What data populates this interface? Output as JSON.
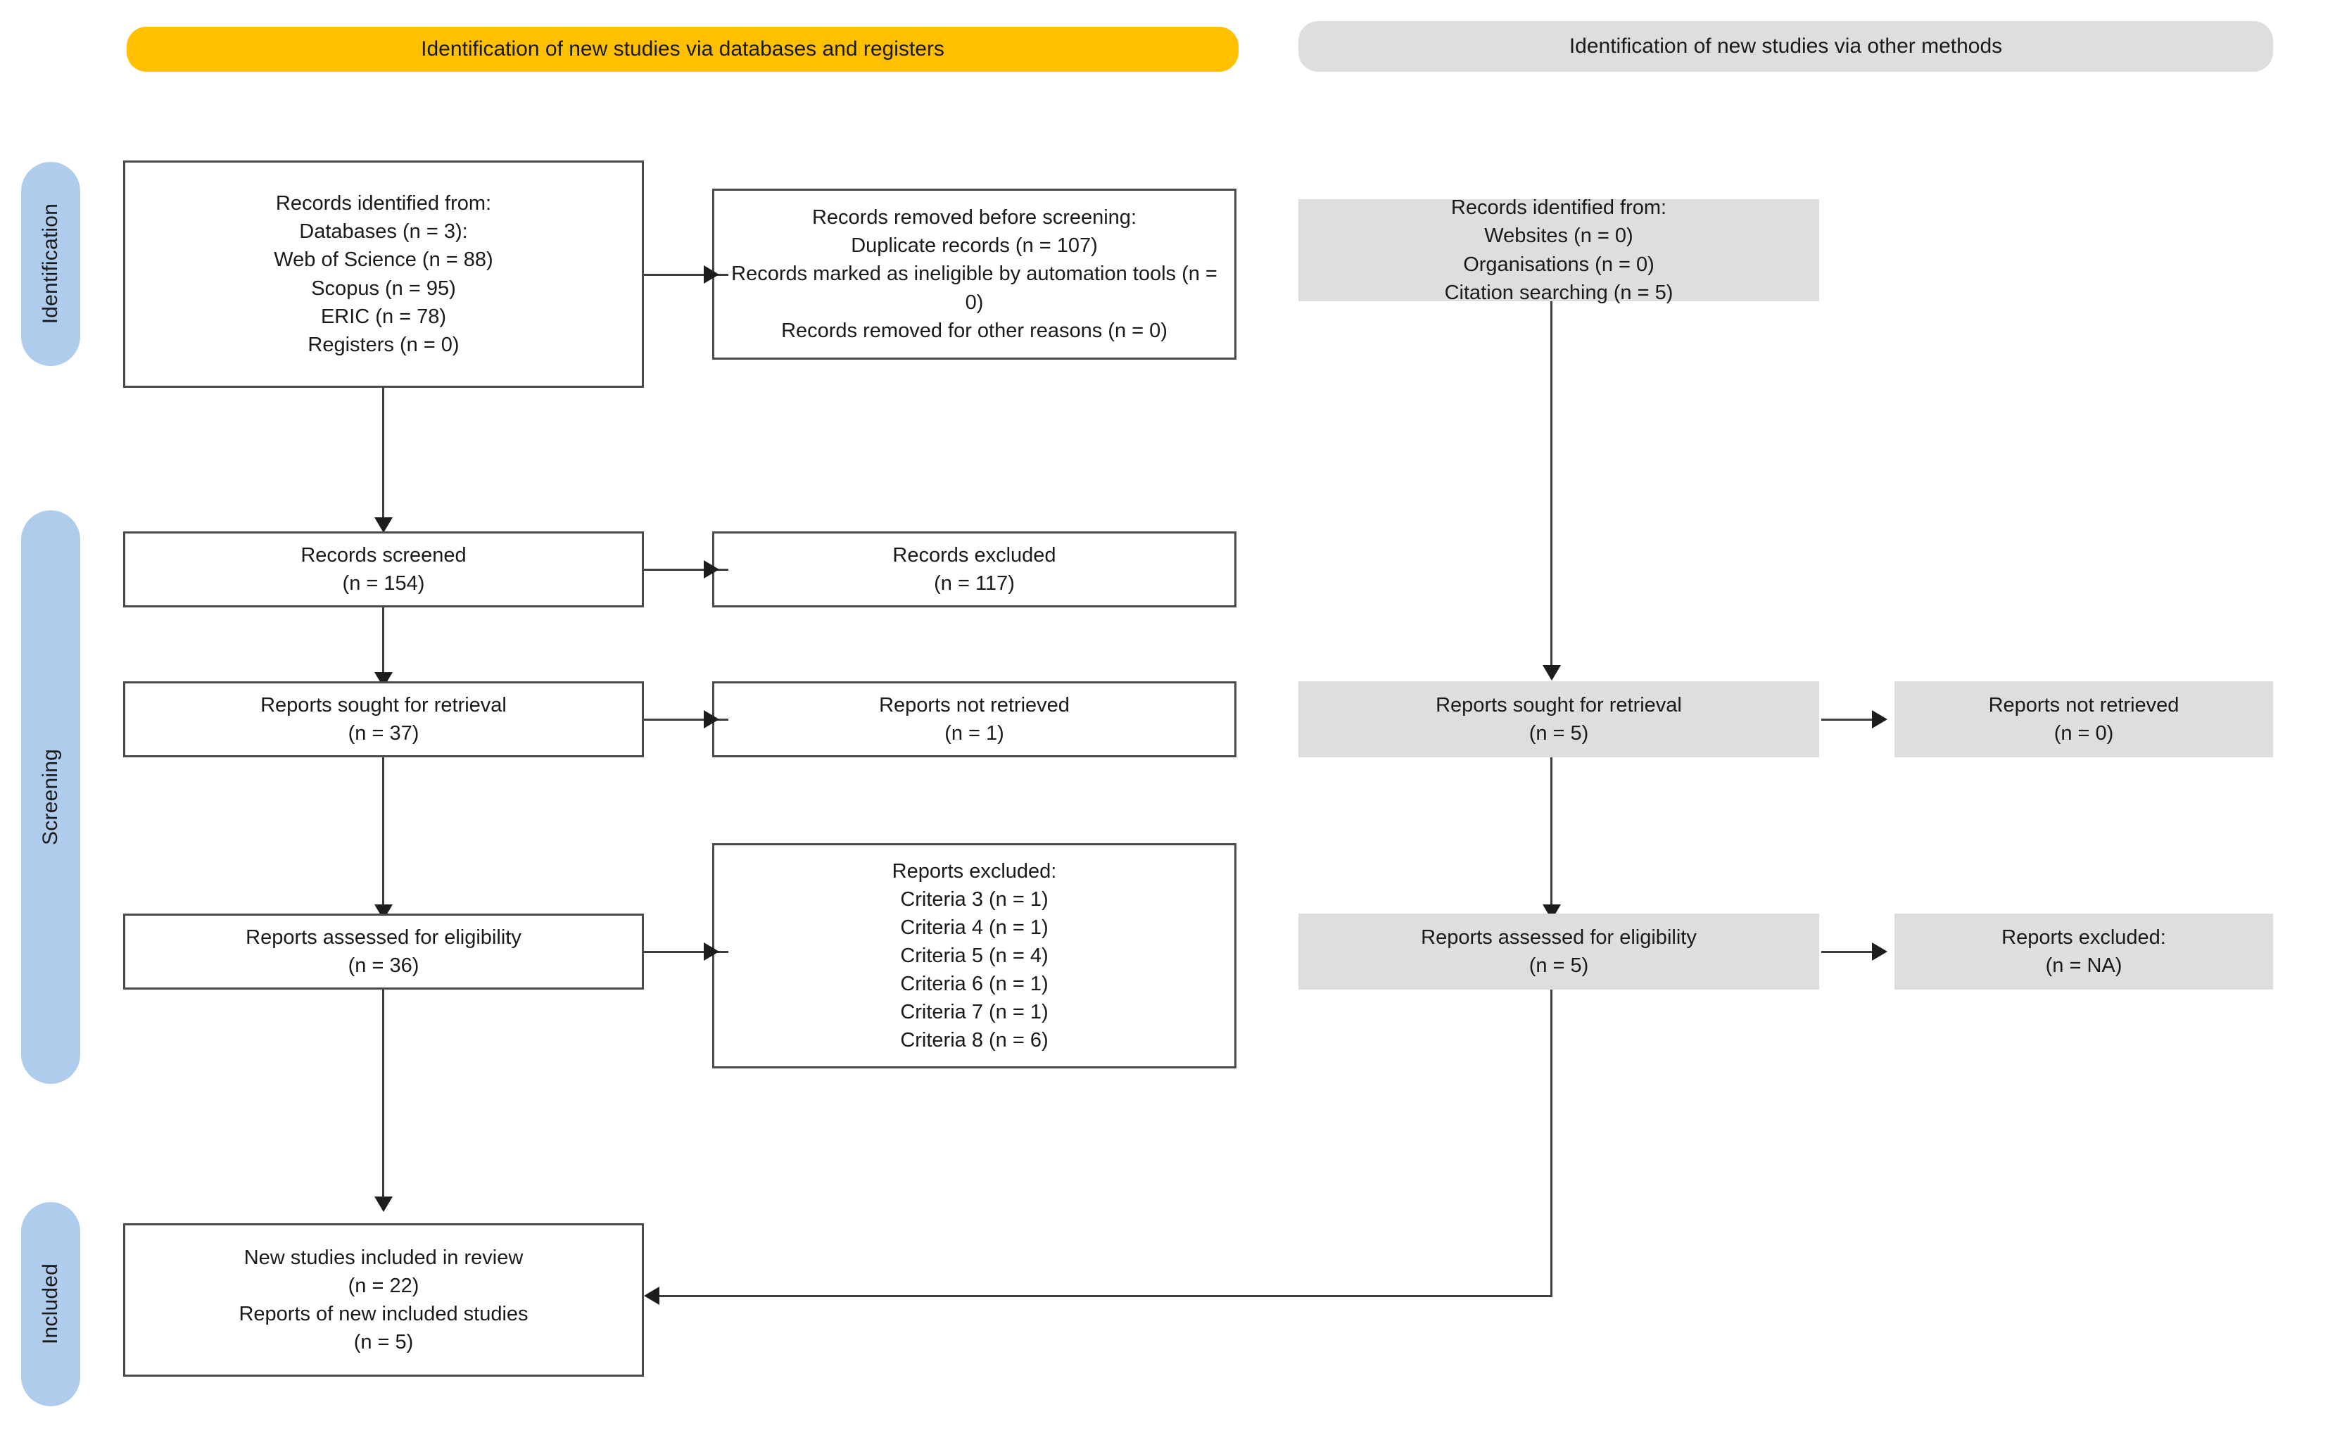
{
  "diagram": {
    "type": "prisma-flow-diagram",
    "colors": {
      "header_databases": "#FFC000",
      "header_other": "#DEDEDE",
      "stage_pill": "#AFCCEC",
      "node_fill_other": "#DEDEDE",
      "node_border": "#4a4a4a",
      "connector": "#3d3d3d"
    }
  },
  "headers": {
    "databases": "Identification of new studies via databases and registers",
    "other": "Identification of new studies via other methods"
  },
  "stages": [
    {
      "label": "Identification"
    },
    {
      "label": "Screening"
    },
    {
      "label": "Included"
    }
  ],
  "databases_column": {
    "records_identified": {
      "lines": [
        "Records identified from:",
        "Databases (n = 3):",
        "Web of Science (n = 88)",
        "Scopus (n = 95)",
        "ERIC (n = 78)",
        "Registers (n = 0)"
      ]
    },
    "records_removed": {
      "lines": [
        "Records removed before screening:",
        "Duplicate records (n = 107)",
        "Records marked as ineligible by automation tools (n = 0)",
        "Records removed for other reasons (n = 0)"
      ]
    },
    "records_screened": {
      "lines": [
        "Records screened",
        "(n = 154)"
      ]
    },
    "records_excluded": {
      "lines": [
        "Records excluded",
        "(n = 117)"
      ]
    },
    "reports_sought": {
      "lines": [
        "Reports sought for retrieval",
        "(n = 37)"
      ]
    },
    "reports_not_retrieved": {
      "lines": [
        "Reports not retrieved",
        "(n = 1)"
      ]
    },
    "reports_assessed": {
      "lines": [
        "Reports assessed for eligibility",
        "(n = 36)"
      ]
    },
    "reports_excluded": {
      "lines": [
        "Reports excluded:",
        "Criteria 3 (n = 1)",
        "Criteria 4 (n = 1)",
        "Criteria 5 (n = 4)",
        "Criteria 6 (n = 1)",
        "Criteria 7 (n = 1)",
        "Criteria 8 (n = 6)"
      ]
    },
    "studies_included": {
      "lines": [
        "New studies included in review",
        "(n = 22)",
        "Reports of new included studies",
        "(n = 5)"
      ]
    }
  },
  "other_column": {
    "records_identified": {
      "lines": [
        "Records identified from:",
        "Websites (n = 0)",
        "Organisations (n = 0)",
        "Citation searching (n = 5)"
      ]
    },
    "reports_sought": {
      "lines": [
        "Reports sought for retrieval",
        "(n = 5)"
      ]
    },
    "reports_not_retrieved": {
      "lines": [
        "Reports not retrieved",
        "(n = 0)"
      ]
    },
    "reports_assessed": {
      "lines": [
        "Reports assessed for eligibility",
        "(n = 5)"
      ]
    },
    "reports_excluded": {
      "lines": [
        "Reports excluded:",
        "(n = NA)"
      ]
    }
  }
}
